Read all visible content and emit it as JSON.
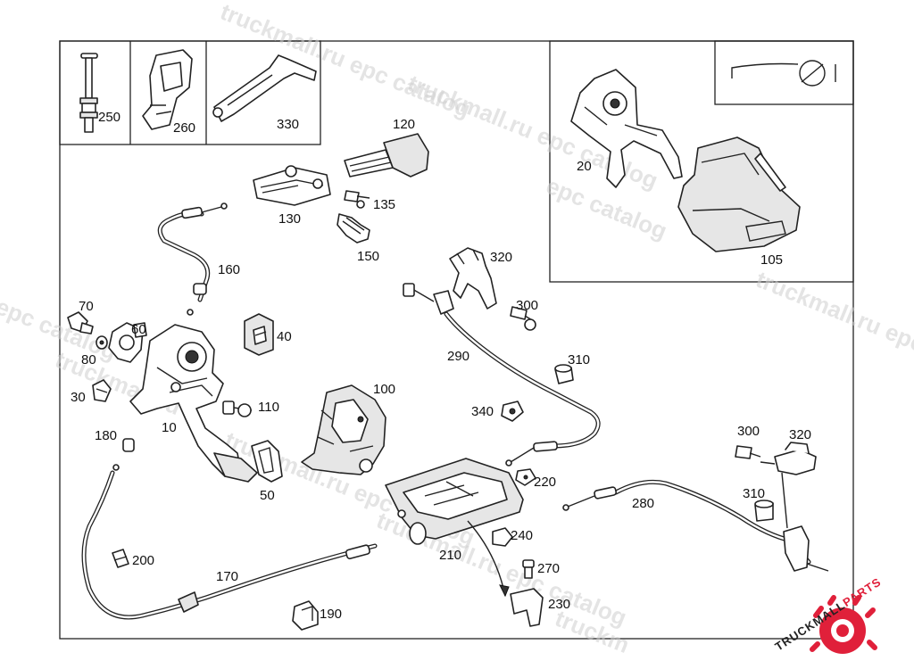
{
  "watermarks": [
    "truckmall.ru epc catalog",
    "truckmall.ru epc catalog",
    "l epc catalog",
    "truckmall.ru epc catalog",
    "truckmall.ru e",
    "epc catalog",
    "truckmall.ru epc catalog",
    "truckmall.ru epc catalog",
    "truckm"
  ],
  "logo": {
    "text_dark": "TRUCKMALL",
    "text_red": "PARTS",
    "accent": "#e0203a"
  },
  "parts": {
    "p10": "10",
    "p20": "20",
    "p30": "30",
    "p40": "40",
    "p50": "50",
    "p60": "60",
    "p70": "70",
    "p80": "80",
    "p100": "100",
    "p105": "105",
    "p110": "110",
    "p120": "120",
    "p130": "130",
    "p135": "135",
    "p150": "150",
    "p160": "160",
    "p170": "170",
    "p180": "180",
    "p190": "190",
    "p200": "200",
    "p210": "210",
    "p220": "220",
    "p230": "230",
    "p240": "240",
    "p250": "250",
    "p260": "260",
    "p270": "270",
    "p280": "280",
    "p290": "290",
    "p300a": "300",
    "p300b": "300",
    "p310a": "310",
    "p310b": "310",
    "p320a": "320",
    "p320b": "320",
    "p330": "330",
    "p340": "340"
  }
}
